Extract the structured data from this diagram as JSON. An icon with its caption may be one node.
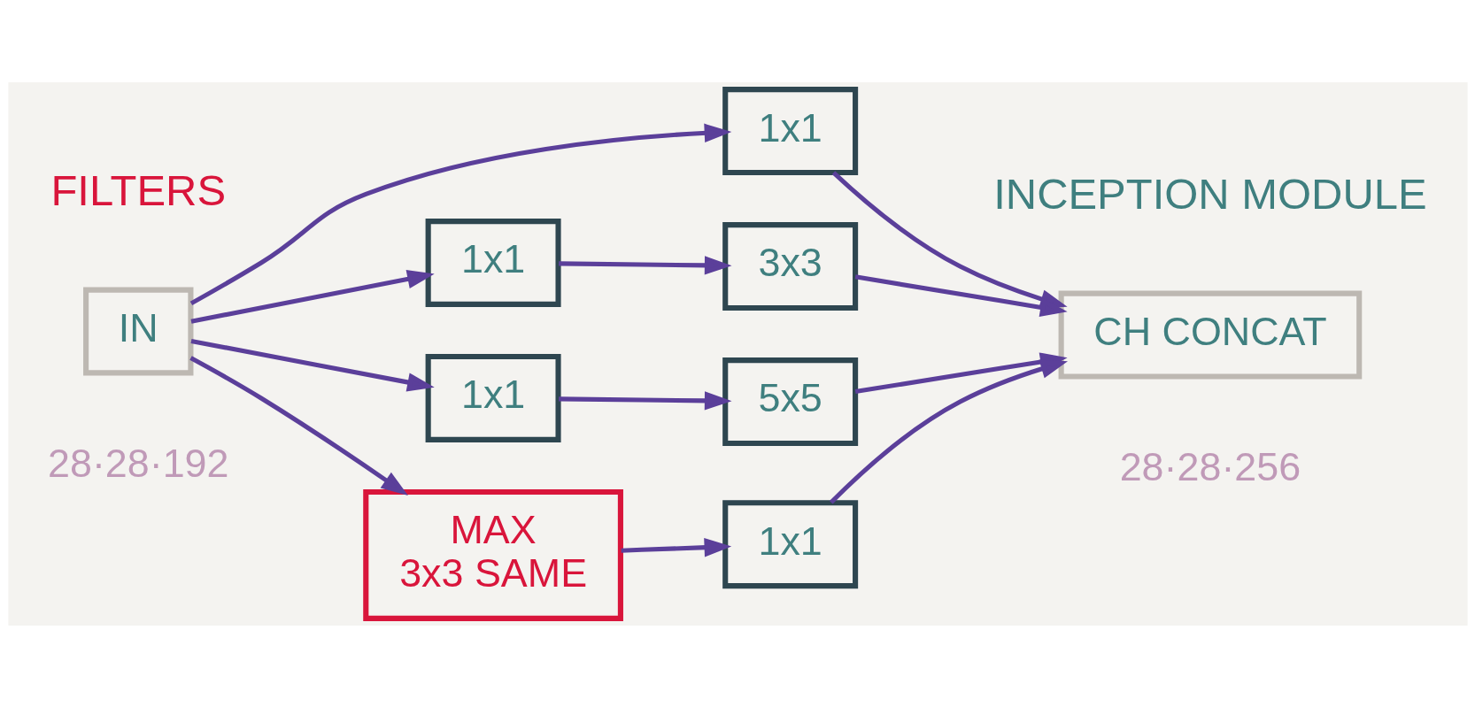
{
  "diagram": {
    "nodes": [
      {
        "text": [
          "IN"
        ],
        "beside": [
          "28·28·192"
        ]
      },
      {
        "text": [
          "1x1"
        ]
      },
      {
        "text": [
          "1x1"
        ]
      },
      {
        "text": [
          "3x3"
        ]
      },
      {
        "text": [
          "1x1"
        ]
      },
      {
        "text": [
          "5x5"
        ]
      },
      {
        "text": [
          "MAX",
          "3x3 SAME"
        ]
      },
      {
        "text": [
          "1x1"
        ]
      },
      {
        "text": [
          "CH CONCAT"
        ],
        "beside": [
          "28·28·256"
        ]
      }
    ],
    "edges": [
      {
        "from": 0,
        "to": 1,
        "arrow": "to"
      },
      {
        "from": 0,
        "to": 2,
        "arrow": "to"
      },
      {
        "from": 0,
        "to": 4,
        "arrow": "to"
      },
      {
        "from": 0,
        "to": 6,
        "arrow": "to"
      },
      {
        "from": 2,
        "to": 3,
        "arrow": "to"
      },
      {
        "from": 4,
        "to": 5,
        "arrow": "to"
      },
      {
        "from": 6,
        "to": 7,
        "arrow": "to"
      },
      {
        "from": 1,
        "to": 8,
        "arrow": "to"
      },
      {
        "from": 3,
        "to": 8,
        "arrow": "to"
      },
      {
        "from": 5,
        "to": 8,
        "arrow": "to"
      },
      {
        "from": 7,
        "to": 8,
        "arrow": "to"
      }
    ],
    "labels": [
      "FILTERS",
      "INCEPTION MODULE"
    ]
  }
}
